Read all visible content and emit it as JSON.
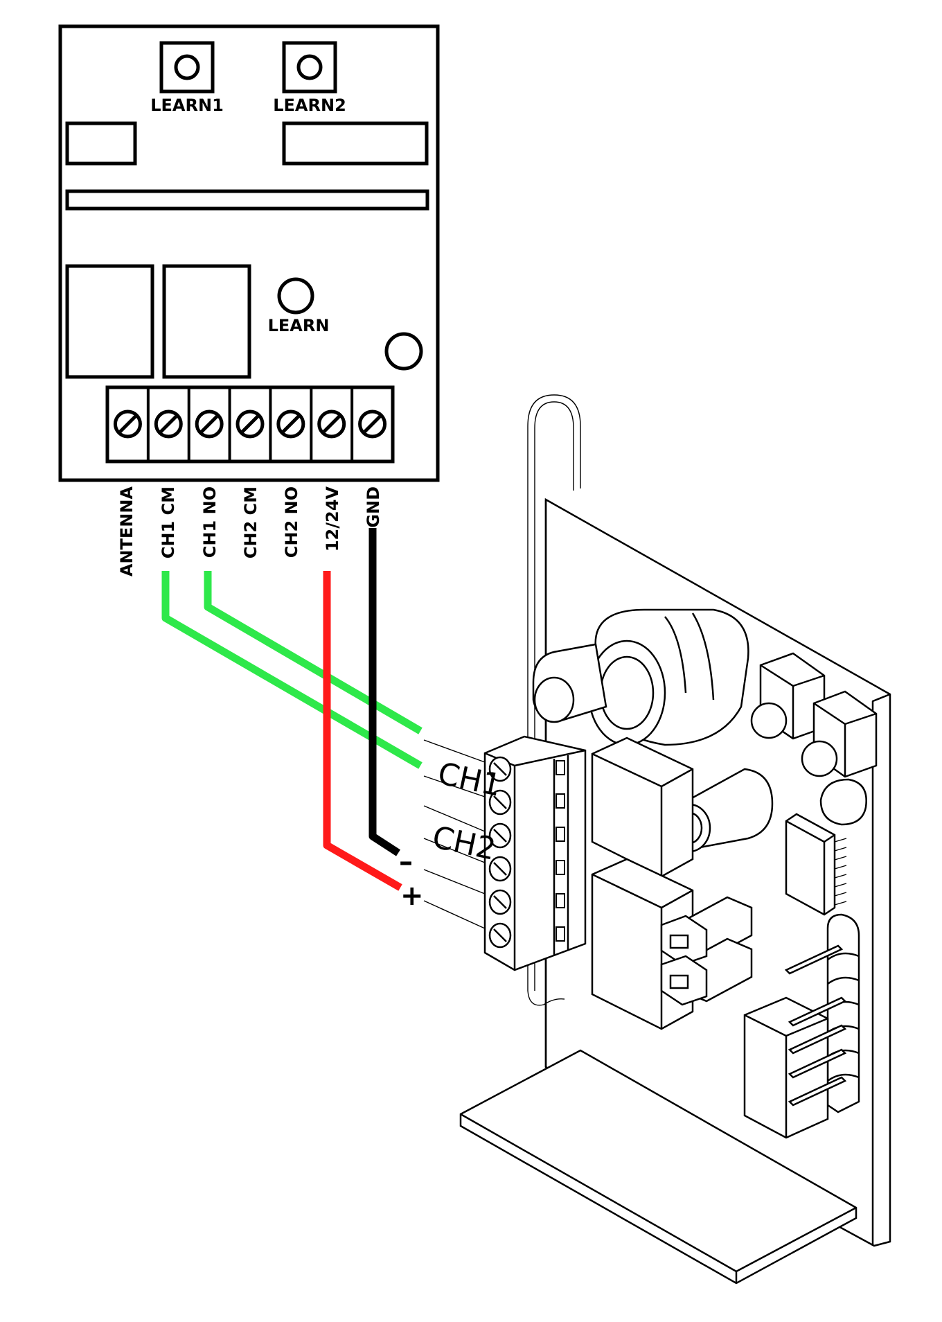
{
  "receiver": {
    "buttons": [
      "LEARN1",
      "LEARN2"
    ],
    "learn_label": "LEARN",
    "terminals": [
      "ANTENNA",
      "CH1 CM",
      "CH1 NO",
      "CH2 CM",
      "CH2 NO",
      "12/24V",
      "GND"
    ]
  },
  "wires": [
    {
      "from": "CH1 CM",
      "color": "#2ee84a"
    },
    {
      "from": "CH1 NO",
      "color": "#2ee84a"
    },
    {
      "from": "12/24V",
      "color": "#ff1a1a"
    },
    {
      "from": "GND",
      "color": "#000000"
    }
  ],
  "control_board": {
    "ch1_label": "CH1",
    "ch2_label": "CH2",
    "minus_label": "–",
    "plus_label": "+"
  }
}
